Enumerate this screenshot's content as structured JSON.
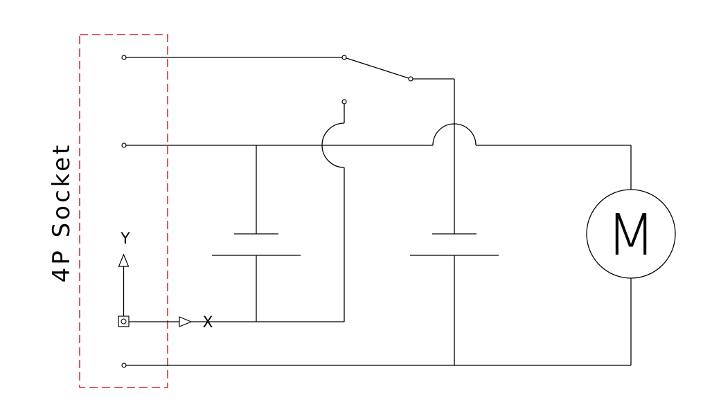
{
  "diagram": {
    "socket_label": "4P Socket",
    "motor_label": "M",
    "axis_y_label": "Y",
    "axis_x_label": "X",
    "colors": {
      "wire": "#000000",
      "socket_boundary": "#cc0000",
      "background": "#ffffff"
    }
  }
}
